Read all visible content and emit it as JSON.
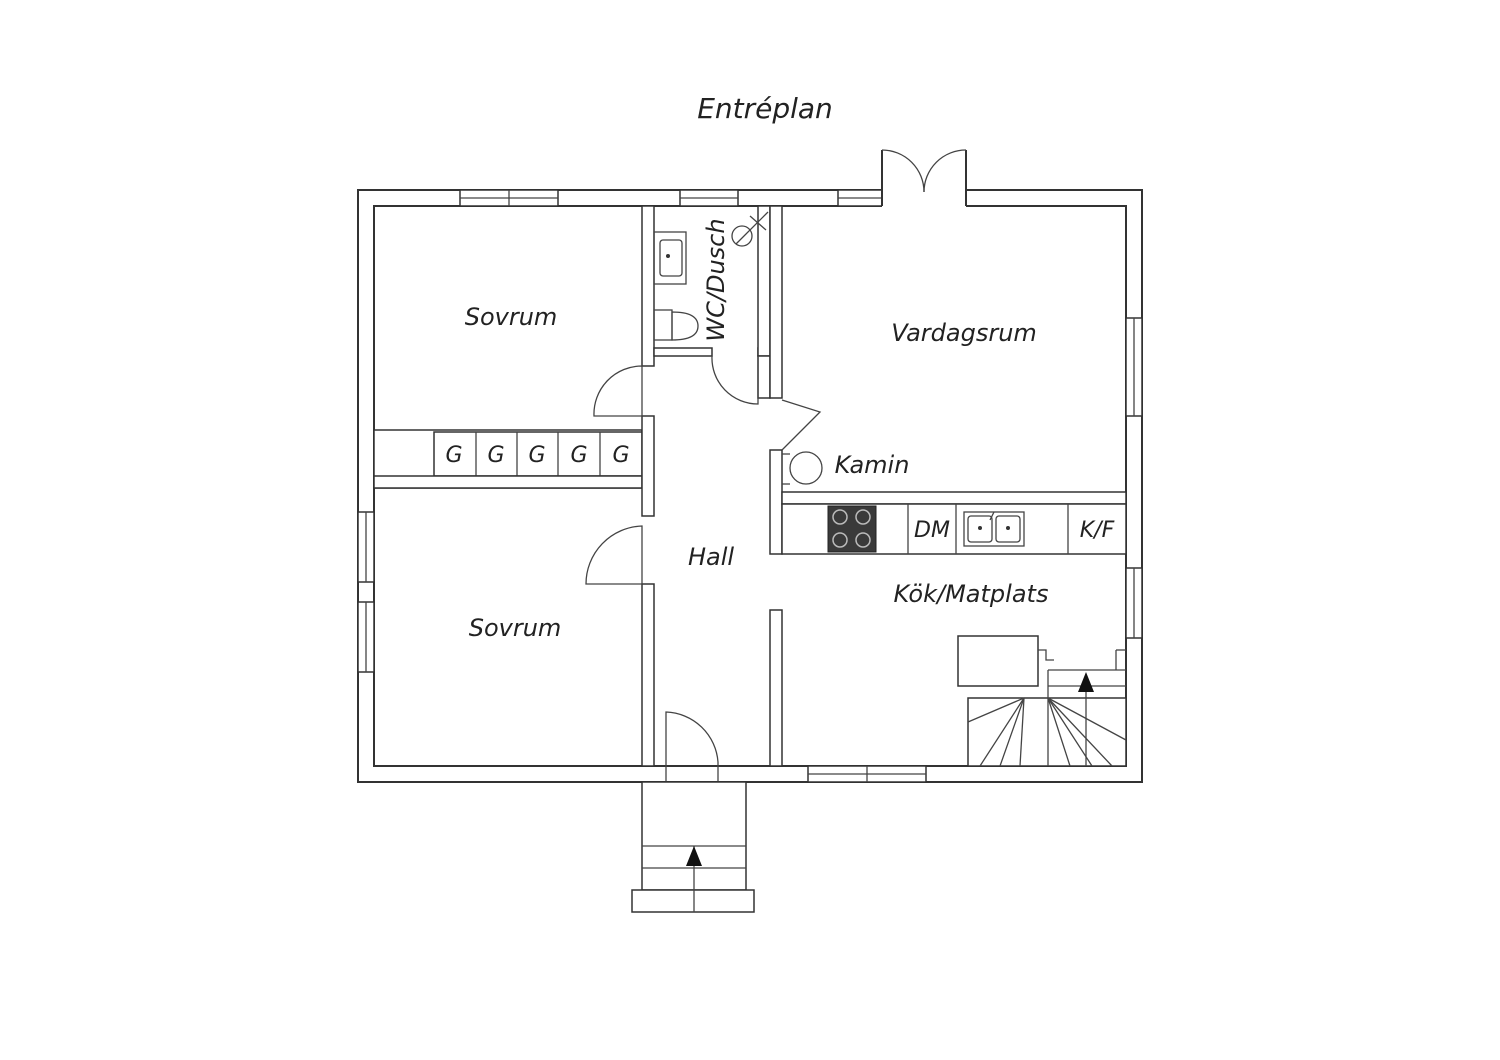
{
  "title": "Entréplan",
  "rooms": {
    "bedroom_top": "Sovrum",
    "bedroom_bottom": "Sovrum",
    "bathroom": "WC/Dusch",
    "living_room": "Vardagsrum",
    "fireplace": "Kamin",
    "hall": "Hall",
    "kitchen": "Kök/Matplats"
  },
  "wardrobes": [
    "G",
    "G",
    "G",
    "G",
    "G"
  ],
  "appliances": {
    "dishwasher": "DM",
    "fridge_freezer": "K/F"
  },
  "colors": {
    "line": "#333333",
    "stove": "#3a3a3a",
    "background": "#ffffff"
  }
}
